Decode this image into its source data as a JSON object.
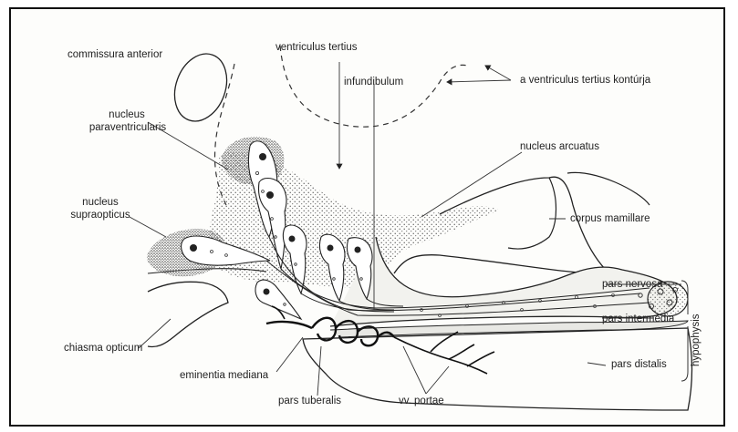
{
  "labels": {
    "commissura_anterior": "commissura anterior",
    "ventriculus_tertius": "ventriculus tertius",
    "infundibulum": "infundibulum",
    "ventriculus_kontur": "a ventriculus tertius kontúrja",
    "nucleus_paraventricularis_1": "nucleus",
    "nucleus_paraventricularis_2": "paraventricularis",
    "nucleus_arcuatus": "nucleus arcuatus",
    "nucleus_supraopticus_1": "nucleus",
    "nucleus_supraopticus_2": "supraopticus",
    "corpus_mamillare": "corpus mamillare",
    "pars_nervosa": "pars nervosa",
    "pars_intermedia": "pars intermedia",
    "hypophysis": "hypophysis",
    "chiasma_opticum": "chiasma opticum",
    "pars_distalis": "pars distalis",
    "eminentia_mediana": "eminentia mediana",
    "pars_tuberalis": "pars tuberalis",
    "vv_portae": "vv. portae"
  }
}
